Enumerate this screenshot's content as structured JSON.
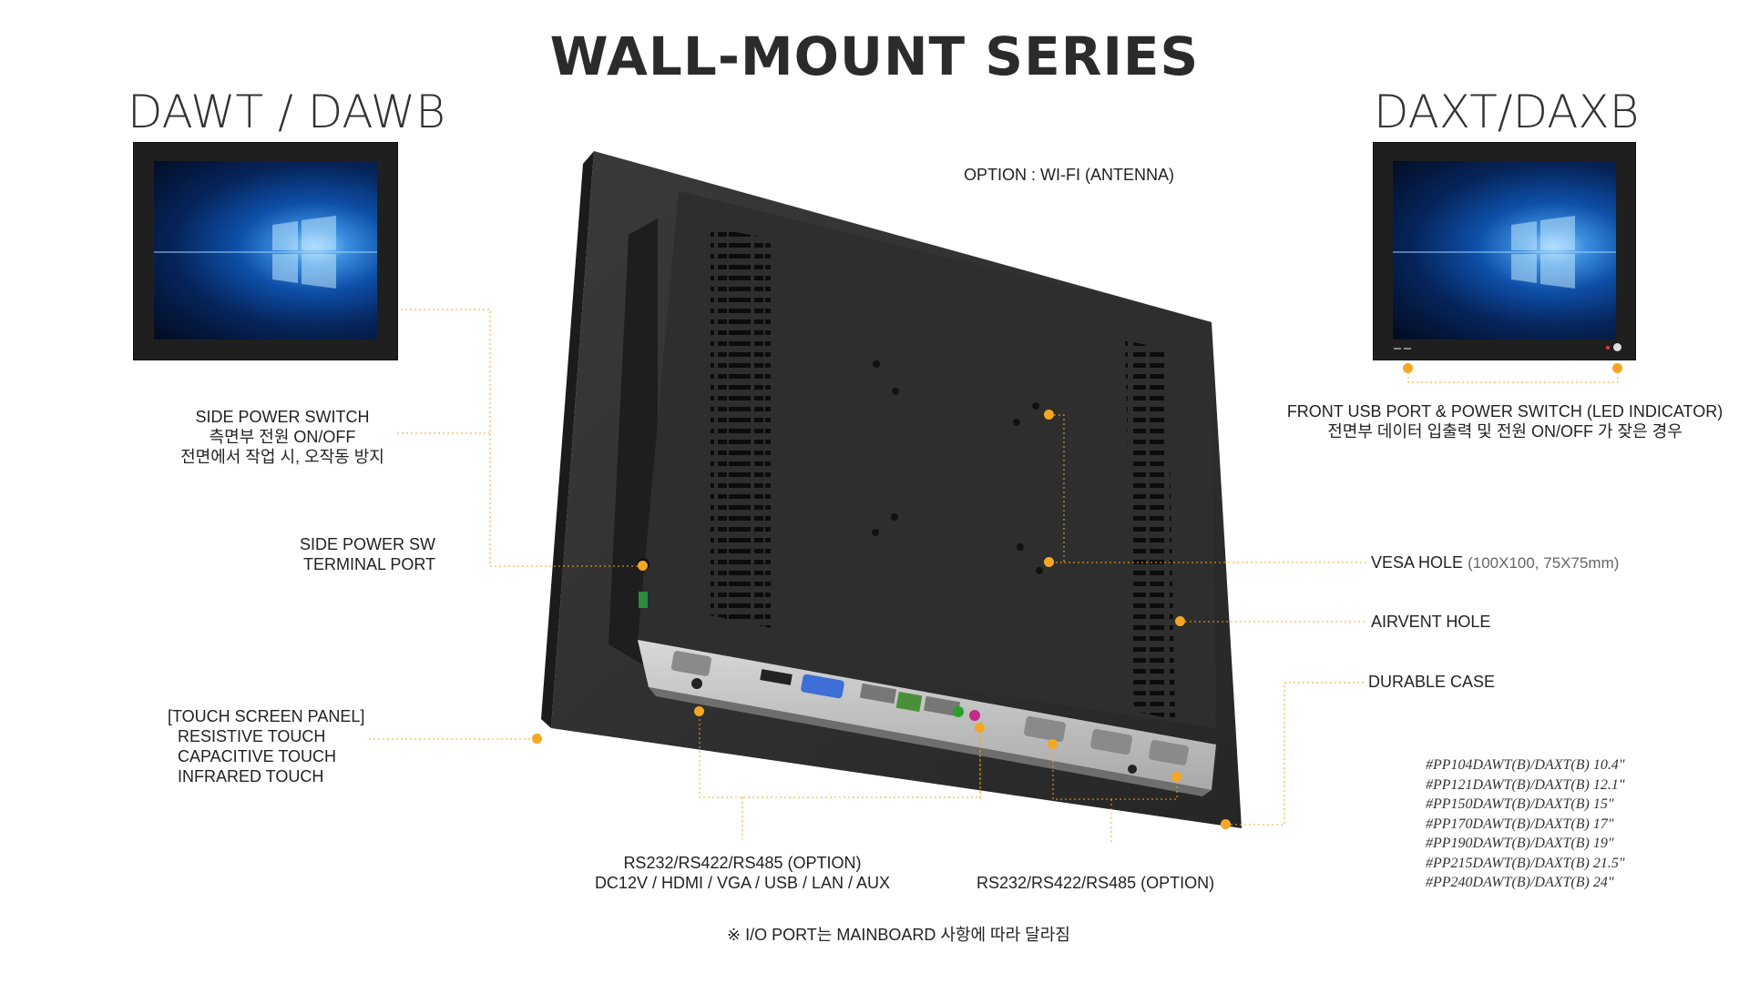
{
  "title": "WALL-MOUNT SERIES",
  "models": {
    "left": "DAWT / DAWB",
    "right": "DAXT/DAXB"
  },
  "option_wifi": "OPTION : WI-FI (ANTENNA)",
  "labels": {
    "side_power_switch": [
      "SIDE POWER SWITCH",
      "측면부 전원 ON/OFF",
      "전면에서 작업 시, 오작동 방지"
    ],
    "side_power_terminal": [
      "SIDE POWER SW",
      "TERMINAL PORT"
    ],
    "touch_panel": [
      "[TOUCH SCREEN PANEL]",
      "RESISTIVE TOUCH",
      "CAPACITIVE TOUCH",
      "INFRARED TOUCH"
    ],
    "front_usb": [
      "FRONT USB PORT & POWER SWITCH (LED INDICATOR)",
      "전면부 데이터 입출력 및 전원 ON/OFF 가 잦은 경우"
    ],
    "vesa_main": "VESA HOLE",
    "vesa_sub": "(100X100, 75X75mm)",
    "airvent": "AIRVENT HOLE",
    "durable": "DURABLE CASE",
    "io_left": [
      "RS232/RS422/RS485 (OPTION)",
      "DC12V / HDMI / VGA / USB / LAN / AUX"
    ],
    "io_right": "RS232/RS422/RS485 (OPTION)"
  },
  "footnote": "※ I/O PORT는 MAINBOARD 사항에 따라 달라짐",
  "part_numbers": [
    "#PP104DAWT(B)/DAXT(B)  10.4\"",
    "#PP121DAWT(B)/DAXT(B)  12.1\"",
    "#PP150DAWT(B)/DAXT(B)  15\"",
    "#PP170DAWT(B)/DAXT(B)  17\"",
    "#PP190DAWT(B)/DAXT(B)  19\"",
    "#PP215DAWT(B)/DAXT(B)  21.5\"",
    "#PP240DAWT(B)/DAXT(B)  24\""
  ],
  "colors": {
    "accent": "#f5a623",
    "case": "#2a2a2a",
    "io_plate": "#c9c9c9"
  }
}
